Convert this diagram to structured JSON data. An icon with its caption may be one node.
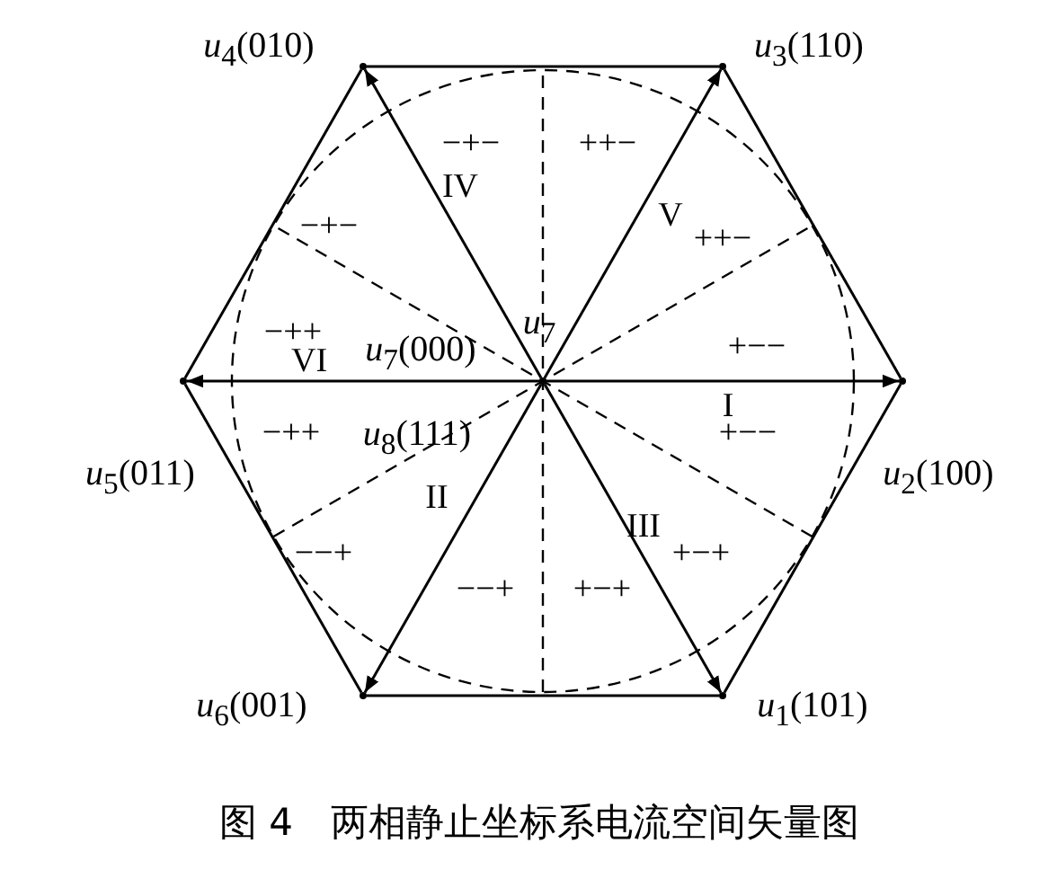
{
  "diagram": {
    "caption": "图 4　两相静止坐标系电流空间矢量图",
    "nodes": [
      {
        "text": [],
        "shape": "point",
        "beside": [
          "*u*$_{4}$(010)"
        ]
      },
      {
        "text": [],
        "shape": "point",
        "beside": [
          "*u*$_{3}$(110)"
        ]
      },
      {
        "text": [],
        "shape": "point"
      },
      {
        "text": [],
        "shape": "point",
        "beside": [
          "*u*$_{5}$(011)"
        ]
      },
      {
        "text": [],
        "shape": "point",
        "beside": [
          "*u*$_{2}$(100)"
        ]
      },
      {
        "text": [],
        "shape": "point",
        "beside": [
          "*u*$_{6}$(001)"
        ]
      },
      {
        "text": [],
        "shape": "point",
        "beside": [
          "*u*$_{1}$(101)"
        ]
      }
    ],
    "edges": [
      {
        "from": 2,
        "to": 4,
        "arrow": "to"
      },
      {
        "from": 2,
        "to": 1,
        "arrow": "to"
      },
      {
        "from": 2,
        "to": 0,
        "arrow": "to"
      },
      {
        "from": 2,
        "to": 3,
        "arrow": "to"
      },
      {
        "from": 2,
        "to": 5,
        "arrow": "to"
      },
      {
        "from": 2,
        "to": 6,
        "arrow": "to"
      },
      {
        "from": 0,
        "to": 1,
        "arrow": "none"
      },
      {
        "from": 1,
        "to": 4,
        "arrow": "none"
      },
      {
        "from": 4,
        "to": 6,
        "arrow": "none"
      },
      {
        "from": 6,
        "to": 5,
        "arrow": "none"
      },
      {
        "from": 5,
        "to": 3,
        "arrow": "none"
      },
      {
        "from": 3,
        "to": 0,
        "arrow": "none"
      }
    ],
    "labels": [
      "−+−",
      "++−",
      "IV",
      "−+−",
      "V",
      "++−",
      "*u*$_{7}$",
      "−++",
      "*u*$_{7}$(000)",
      "+−−",
      "VI",
      "I",
      "−++",
      "*u*$_{8}$(111)",
      "+−−",
      "II",
      "III",
      "−−+",
      "+−+",
      "−−+",
      "+−+"
    ]
  }
}
